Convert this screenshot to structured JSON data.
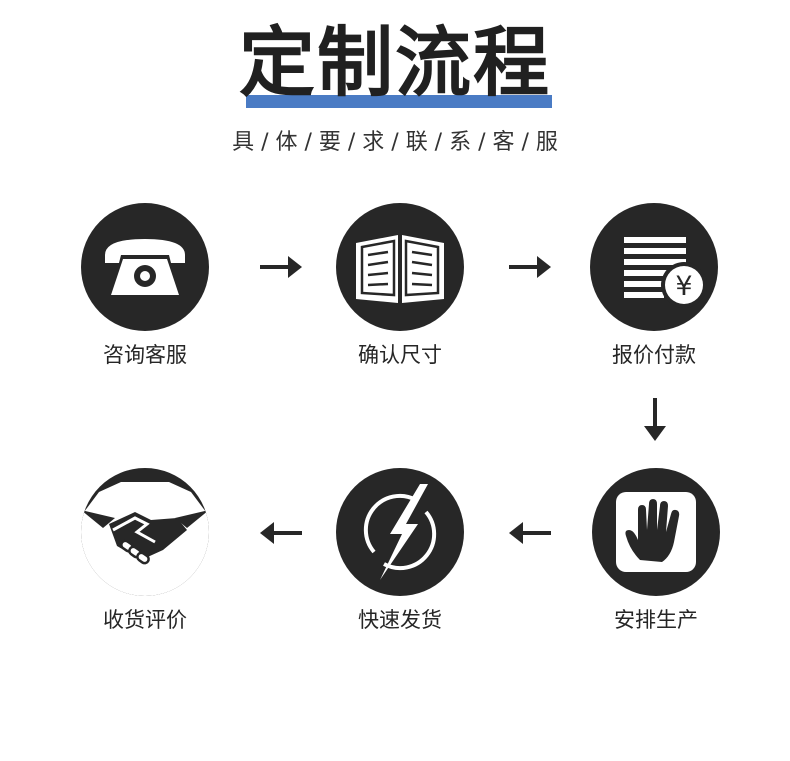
{
  "header": {
    "title": "定制流程",
    "subtitle": "具 / 体 / 要 / 求 / 联 / 系 / 客 / 服",
    "accent_color": "#4a7bc4"
  },
  "steps": [
    {
      "label": "咨询客服",
      "icon": "telephone-icon"
    },
    {
      "label": "确认尺寸",
      "icon": "open-book-icon"
    },
    {
      "label": "报价付款",
      "icon": "invoice-yen-icon"
    },
    {
      "label": "安排生产",
      "icon": "hand-icon"
    },
    {
      "label": "快速发货",
      "icon": "lightning-icon"
    },
    {
      "label": "收货评价",
      "icon": "handshake-icon"
    }
  ],
  "yen_symbol": "¥",
  "circle_color": "#272727"
}
